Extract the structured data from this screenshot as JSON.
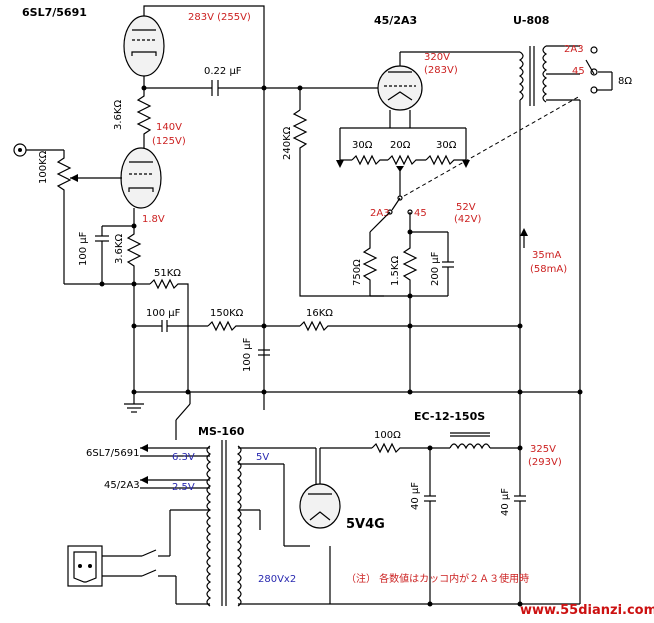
{
  "tubes": {
    "driver": "6SL7/5691",
    "output": "45/2A3",
    "rectifier": "5V4G"
  },
  "transformers": {
    "output": "U-808",
    "power": "MS-160",
    "choke": "EC-12-150S"
  },
  "voltages": {
    "v1": "283V (255V)",
    "v2": "140V",
    "v2b": "(125V)",
    "v3": "1.8V",
    "v4": "320V",
    "v4b": "(283V)",
    "v5": "52V",
    "v5b": "(42V)",
    "v6": "325V",
    "v6b": "(293V)",
    "cur1": "35mA",
    "cur1b": "(58mA)",
    "heater1": "6.3V",
    "heater2": "2.5V",
    "heater3": "5V",
    "hv": "280Vx2"
  },
  "components": {
    "c1": "0.22 μF",
    "r1": "3.6KΩ",
    "r2": "240KΩ",
    "r3": "100KΩ",
    "c2": "100 μF",
    "r4": "3.6KΩ",
    "r5": "51KΩ",
    "c3": "100 μF",
    "r6": "150KΩ",
    "r7": "16KΩ",
    "c4": "100 μF",
    "r8a": "30Ω",
    "r8b": "20Ω",
    "r8c": "30Ω",
    "r9": "750Ω",
    "r10": "1.5KΩ",
    "c5": "200 μF",
    "r11": "100Ω",
    "c6": "40 μF",
    "c7": "40 μF",
    "spk": "8Ω"
  },
  "taps": {
    "t1": "2A3",
    "t2": "45",
    "s1": "2A3",
    "s2": "45"
  },
  "heater_labels": {
    "h1": "6SL7/5691",
    "h2": "45/2A3"
  },
  "note": "（注） 各数値はカッコ内が２Ａ３使用時",
  "watermark": "www.55dianzi.com"
}
